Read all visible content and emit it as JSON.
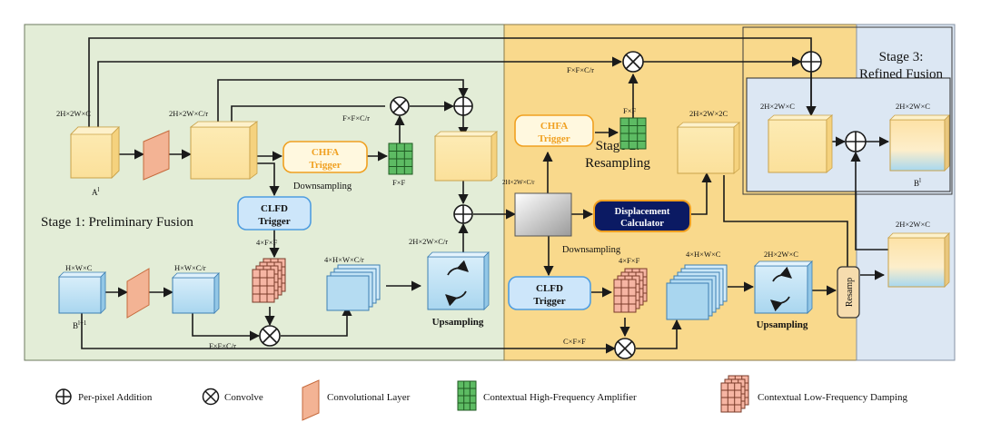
{
  "stages": {
    "stage1_title": "Stage 1: Preliminary Fusion",
    "stage2_line1": "Stage 2:",
    "stage2_line2": "Resampling",
    "stage3_line1": "Stage 3:",
    "stage3_line2": "Refined Fusion"
  },
  "features": {
    "a_label": "A",
    "a_sup": "l",
    "b_label": "B",
    "b_sup": "l+1",
    "b_out_label": "B",
    "b_out_sup": "l"
  },
  "dims": {
    "d_2h2wc_a": "2H×2W×C",
    "d_2h2wcr_1": "2H×2W×C/r",
    "d_ffcr_1": "F×F×C/r",
    "d_ff_1": "F×F",
    "d_hwc": "H×W×C",
    "d_hwcr": "H×W×C/r",
    "d_4ff_1": "4×F×F",
    "d_4hwcr": "4×H×W×C/r",
    "d_ffcr_2": "F×F×C/r",
    "d_2h2wcr_2": "2H×2W×C/r",
    "d_ffcr_3": "F×F×C/r",
    "d_ff_2": "F×F",
    "d_2h2w2c": "2H×2W×2C",
    "d_2h2wcr_3": "2H×2W×C/r",
    "d_4ff_2": "4×F×F",
    "d_4hwc": "4×H×W×C",
    "d_2h2wc_2": "2H×2W×C",
    "d_cff": "C×F×F",
    "d_2h2wc_3": "2H×2W×C",
    "d_2h2wc_4": "2H×2W×C",
    "d_2h2wc_5": "2H×2W×C"
  },
  "modules": {
    "chfa_line1": "CHFA",
    "chfa_line2": "Trigger",
    "clfd_line1": "CLFD",
    "clfd_line2": "Trigger",
    "disp_line1": "Displacement",
    "disp_line2": "Calculator",
    "resamp": "Resamp",
    "downsampling": "Downsampling",
    "upsampling": "Upsampling"
  },
  "legend": {
    "addition": "Per-pixel Addition",
    "convolve": "Convolve",
    "conv_layer": "Convolutional Layer",
    "chfa_amp": "Contextual High-Frequency Amplifier",
    "clfd_damp": "Contextual Low-Frequency Damping"
  },
  "colors": {
    "stage1_bg": "#e3edd7",
    "stage2_bg": "#f9d98c",
    "stage3_bg": "#dce7f3",
    "feature_yellow": "#fdebb4",
    "feature_blue": "#b9dff3",
    "module_orange": "#f0a020",
    "module_blue": "#4f9de0",
    "conv_layer": "#f3b394",
    "amp_green": "#5dbb63",
    "damp_pink": "#f6b5a3",
    "arrow": "#1a1a1a"
  }
}
